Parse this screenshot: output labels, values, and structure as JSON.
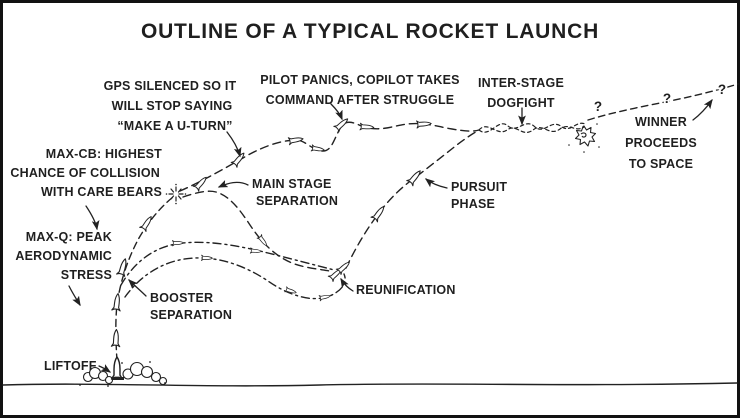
{
  "title": "OUTLINE OF A TYPICAL ROCKET LAUNCH",
  "colors": {
    "ink": "#222222",
    "paper": "#ffffff"
  },
  "glyphs": {
    "question_mark": "?"
  },
  "labels": {
    "gps": {
      "lines": [
        "GPS SILENCED SO IT",
        "WILL STOP SAYING",
        "“MAKE A U-TURN”"
      ]
    },
    "pilot": {
      "lines": [
        "PILOT PANICS, COPILOT TAKES",
        "COMMAND AFTER STRUGGLE"
      ]
    },
    "dogfight": {
      "lines": [
        "INTER-STAGE",
        "DOGFIGHT"
      ]
    },
    "winner": {
      "lines": [
        "WINNER",
        "PROCEEDS",
        "TO SPACE"
      ]
    },
    "max_cb": {
      "lines": [
        "MAX-CB: HIGHEST",
        "CHANCE OF COLLISION",
        "WITH CARE BEARS"
      ]
    },
    "main_stage": {
      "lines": [
        "MAIN STAGE",
        "SEPARATION"
      ]
    },
    "pursuit": {
      "lines": [
        "PURSUIT",
        "PHASE"
      ]
    },
    "max_q": {
      "lines": [
        "MAX-Q: PEAK",
        "AERODYNAMIC",
        "STRESS"
      ]
    },
    "booster": {
      "lines": [
        "BOOSTER",
        "SEPARATION"
      ]
    },
    "reunification": {
      "lines": [
        "REUNIFICATION"
      ]
    },
    "liftoff": {
      "lines": [
        "LIFTOFF"
      ]
    }
  }
}
